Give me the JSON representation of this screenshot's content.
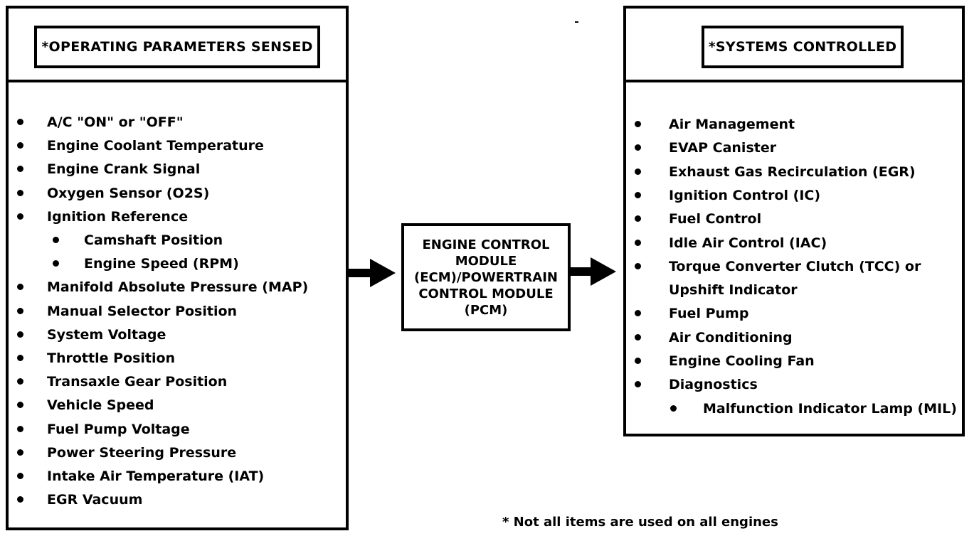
{
  "left_panel": {
    "title": "*OPERATING PARAMETERS SENSED",
    "items": [
      {
        "label": "A/C \"ON\" or \"OFF\"",
        "level": 0
      },
      {
        "label": "Engine Coolant Temperature",
        "level": 0
      },
      {
        "label": "Engine Crank Signal",
        "level": 0
      },
      {
        "label": "Oxygen Sensor (O2S)",
        "level": 0
      },
      {
        "label": "Ignition Reference",
        "level": 0
      },
      {
        "label": "Camshaft Position",
        "level": 1
      },
      {
        "label": "Engine Speed (RPM)",
        "level": 1
      },
      {
        "label": "Manifold Absolute Pressure (MAP)",
        "level": 0
      },
      {
        "label": "Manual Selector Position",
        "level": 0
      },
      {
        "label": "System Voltage",
        "level": 0
      },
      {
        "label": "Throttle Position",
        "level": 0
      },
      {
        "label": "Transaxle Gear Position",
        "level": 0
      },
      {
        "label": "Vehicle Speed",
        "level": 0
      },
      {
        "label": "Fuel Pump Voltage",
        "level": 0
      },
      {
        "label": "Power Steering Pressure",
        "level": 0
      },
      {
        "label": "Intake Air Temperature (IAT)",
        "level": 0
      },
      {
        "label": "EGR Vacuum",
        "level": 0
      }
    ]
  },
  "center": {
    "label": "ENGINE CONTROL\nMODULE\n(ECM)/POWERTRAIN\nCONTROL MODULE\n(PCM)"
  },
  "right_panel": {
    "title": "*SYSTEMS CONTROLLED",
    "items": [
      {
        "label": "Air Management",
        "level": 0
      },
      {
        "label": "EVAP Canister",
        "level": 0
      },
      {
        "label": "Exhaust Gas Recirculation (EGR)",
        "level": 0
      },
      {
        "label": "Ignition Control (IC)",
        "level": 0
      },
      {
        "label": "Fuel Control",
        "level": 0
      },
      {
        "label": "Idle Air Control (IAC)",
        "level": 0
      },
      {
        "label": "Torque Converter Clutch (TCC) or",
        "level": 0
      },
      {
        "label": "Upshift Indicator",
        "level": 0,
        "continuation": true
      },
      {
        "label": "Fuel Pump",
        "level": 0
      },
      {
        "label": "Air Conditioning",
        "level": 0
      },
      {
        "label": "Engine Cooling Fan",
        "level": 0
      },
      {
        "label": "Diagnostics",
        "level": 0
      },
      {
        "label": "Malfunction Indicator Lamp (MIL)",
        "level": 1
      }
    ]
  },
  "footnote": "*  Not all items are used on all engines"
}
